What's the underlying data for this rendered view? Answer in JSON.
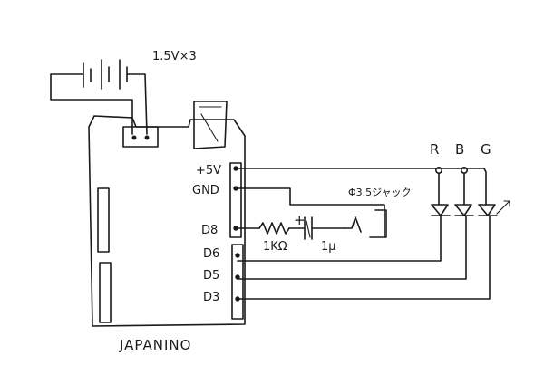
{
  "battery": {
    "label": "1.5V×3"
  },
  "board": {
    "name": "JAPANINO"
  },
  "pins": {
    "p5v": "+5V",
    "gnd": "GND",
    "d8": "D8",
    "d6": "D6",
    "d5": "D5",
    "d3": "D3"
  },
  "components": {
    "resistor": "1KΩ",
    "capacitor": "1μ",
    "capacitor_polarity": "+",
    "jack": "Φ3.5ジャック"
  },
  "leds": {
    "r": "R",
    "b": "B",
    "g": "G"
  },
  "colors": {
    "ink": "#1a1a1a",
    "paper": "#ffffff"
  }
}
